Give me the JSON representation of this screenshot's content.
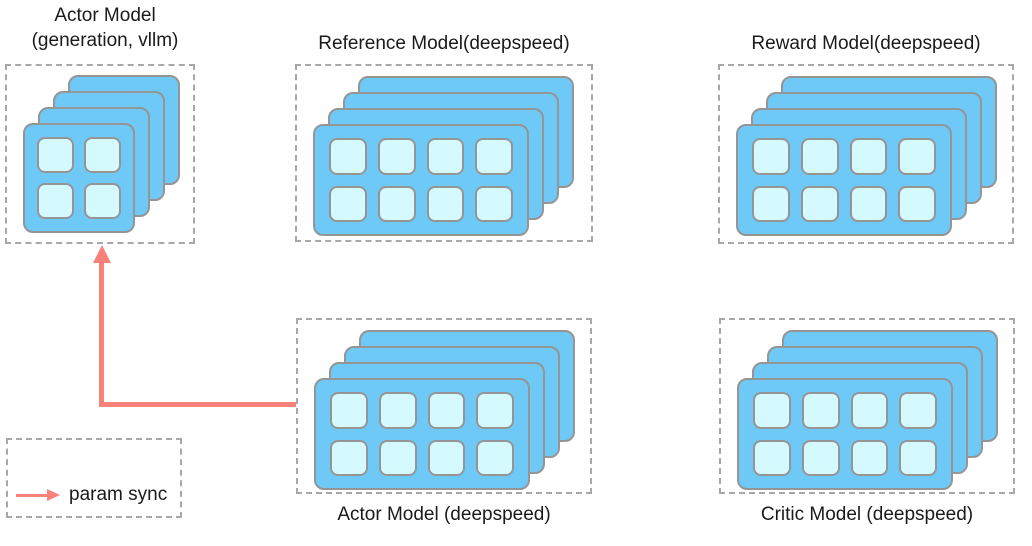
{
  "groups": [
    {
      "title_line1": "Actor Model",
      "title_line2": "(generation, vllm)",
      "stack": {
        "cards": 4,
        "rows": 2,
        "cols": 2
      }
    },
    {
      "title": "Reference Model(deepspeed)",
      "stack": {
        "cards": 4,
        "rows": 2,
        "cols": 4
      }
    },
    {
      "title": "Reward Model(deepspeed)",
      "stack": {
        "cards": 4,
        "rows": 2,
        "cols": 4
      }
    },
    {
      "title": "Actor Model (deepspeed)",
      "stack": {
        "cards": 4,
        "rows": 2,
        "cols": 4
      }
    },
    {
      "title": "Critic Model (deepspeed)",
      "stack": {
        "cards": 4,
        "rows": 2,
        "cols": 4
      }
    }
  ],
  "legend": {
    "label": "param sync"
  },
  "colors": {
    "card_fill": "#6EC9F6",
    "cell_fill": "#D4F9FE",
    "card_border": "#959595",
    "box_border": "#A8A8A8",
    "arrow": "#F8827A",
    "text": "#1A1A1A"
  }
}
